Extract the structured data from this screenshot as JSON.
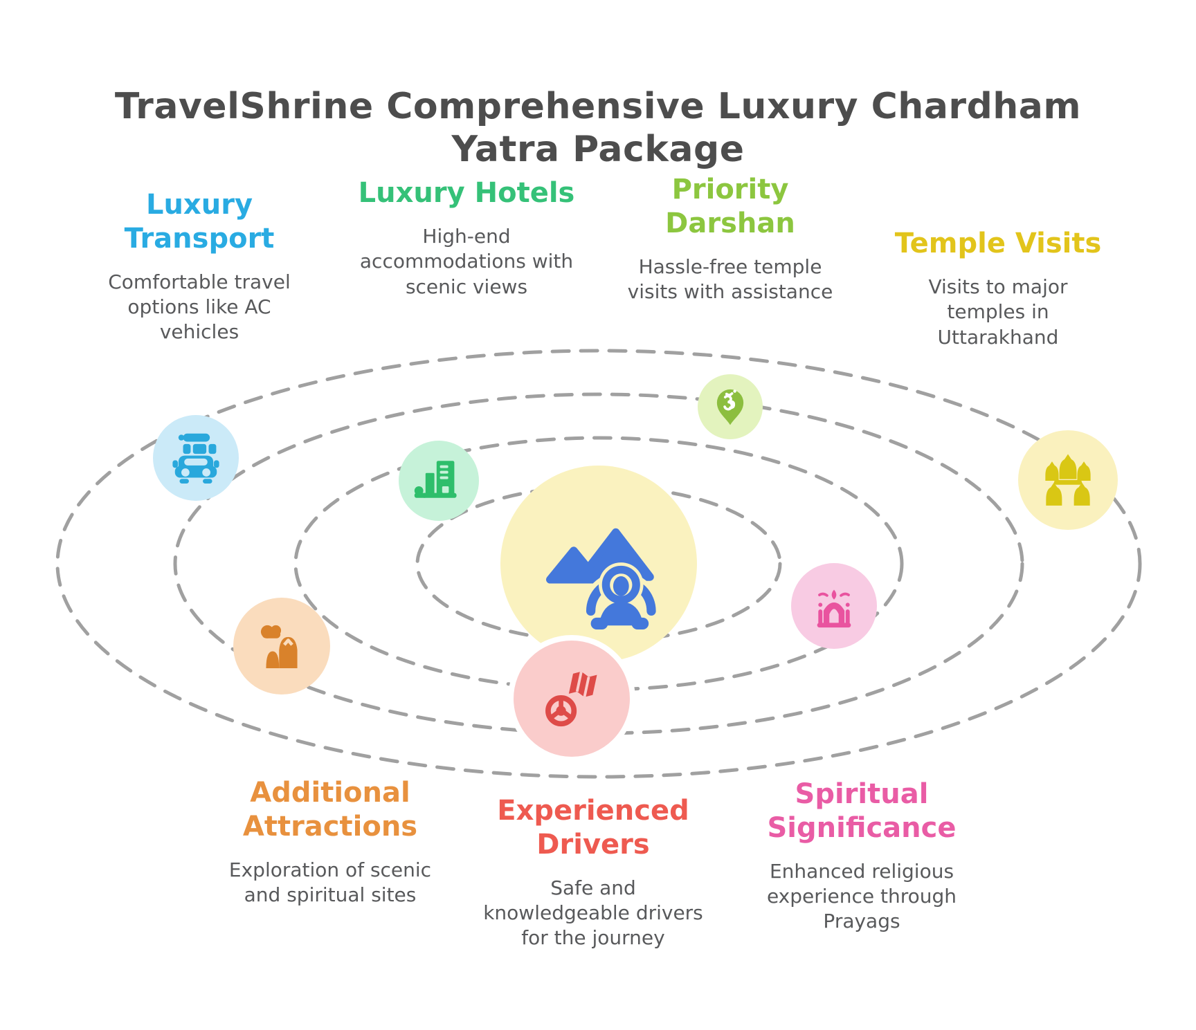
{
  "title": "TravelShrine Comprehensive Luxury Chardham\nYatra Package",
  "title_color": "#4D4D4D",
  "orbit_color": "#A0A0A0",
  "body_text_color": "#58595B",
  "center": {
    "icon": "mountains-guide-icon",
    "circle_bg": "#FAF2BF",
    "icon_color": "#4478DB"
  },
  "features": [
    {
      "id": "luxury-transport",
      "title": "Luxury\nTransport",
      "body": "Comfortable travel\noptions like AC\nvehicles",
      "accent": "#29ABE2",
      "icon": "car-luggage-icon",
      "circle_bg": "#CBEAF8",
      "icon_color": "#29A8DC"
    },
    {
      "id": "luxury-hotels",
      "title": "Luxury Hotels",
      "body": "High-end\naccommodations with\nscenic views",
      "accent": "#35C178",
      "icon": "hotel-buildings-icon",
      "circle_bg": "#C6F2D9",
      "icon_color": "#2EBE6B"
    },
    {
      "id": "priority-darshan",
      "title": "Priority\nDarshan",
      "body": "Hassle-free temple\nvisits with assistance",
      "accent": "#8CC63F",
      "icon": "om-map-pin-icon",
      "circle_bg": "#E3F3BE",
      "icon_color": "#8CBE3F"
    },
    {
      "id": "temple-visits",
      "title": "Temple Visits",
      "body": "Visits to major\ntemples in\nUttarakhand",
      "accent": "#E2C41B",
      "icon": "temple-domes-icon",
      "circle_bg": "#FAF1BE",
      "icon_color": "#D9C714"
    },
    {
      "id": "additional-attractions",
      "title": "Additional\nAttractions",
      "body": "Exploration of scenic\nand spiritual sites",
      "accent": "#E8913E",
      "icon": "mountain-scenery-icon",
      "circle_bg": "#FADCBD",
      "icon_color": "#D9822B"
    },
    {
      "id": "experienced-drivers",
      "title": "Experienced\nDrivers",
      "body": "Safe and\nknowledgeable drivers\nfor the journey",
      "accent": "#EE5A50",
      "icon": "steering-wheel-map-icon",
      "circle_bg": "#FACCCB",
      "icon_color": "#DE4B48"
    },
    {
      "id": "spiritual-significance",
      "title": "Spiritual\nSignificance",
      "body": "Enhanced religious\nexperience through\nPrayags",
      "accent": "#E95CA5",
      "icon": "temple-arch-icon",
      "circle_bg": "#F8CBE3",
      "icon_color": "#E9539F"
    }
  ]
}
